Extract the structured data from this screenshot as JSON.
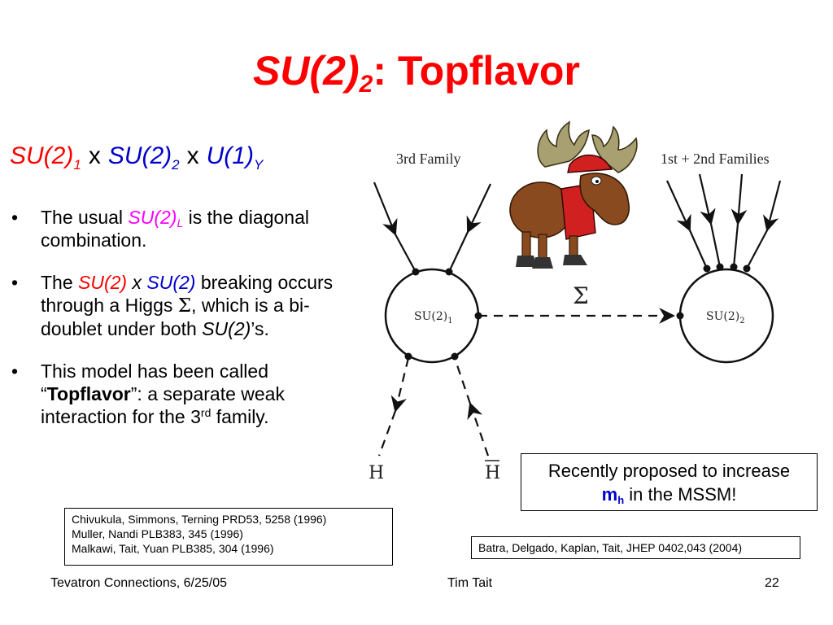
{
  "title": {
    "main": "SU(2)",
    "sub": "2",
    "rest": ": Topflavor"
  },
  "group": {
    "g1": "SU(2)",
    "g1_sub": "1",
    "times1": "x",
    "g2": "SU(2)",
    "g2_sub": "2",
    "times2": "x",
    "g3": "U(1)",
    "g3_sub": "Y"
  },
  "bullets": {
    "marker": "•",
    "b1": {
      "t1": "The usual ",
      "su": "SU(2)",
      "su_sub": "L",
      "t2": " is the diagonal combination."
    },
    "b2": {
      "t1": "The ",
      "su1": "SU(2)",
      "x": " x ",
      "su2": "SU(2)",
      "t2": " breaking occurs through a Higgs ",
      "sigma": "Σ",
      "t3": ", which is a bi-doublet under both ",
      "su3": "SU(2)",
      "t4": "’s."
    },
    "b3": {
      "t1": "This model has been called “",
      "bold": "Topflavor",
      "t2": "”: a separate weak interaction for the 3",
      "sup": "rd",
      "t3": " family."
    }
  },
  "references": [
    "Chivukula, Simmons, Terning PRD53, 5258 (1996)",
    "Muller, Nandi PLB383, 345 (1996)",
    "Malkawi, Tait, Yuan PLB385, 304 (1996)"
  ],
  "reference2": "Batra, Delgado, Kaplan, Tait, JHEP 0402,043 (2004)",
  "callout": {
    "line1": "Recently proposed to increase",
    "m": "m",
    "m_sub": "h",
    "rest": " in the MSSM!"
  },
  "diagram": {
    "label_left": "3rd Family",
    "label_right": "1st + 2nd Families",
    "node1": "SU(2)",
    "node1_sub": "1",
    "node2": "SU(2)",
    "node2_sub": "2",
    "sigma": "Σ",
    "h": "H",
    "hbar": "H"
  },
  "footer": {
    "left": "Tevatron Connections, 6/25/05",
    "center": "Tim Tait",
    "right": "22"
  }
}
